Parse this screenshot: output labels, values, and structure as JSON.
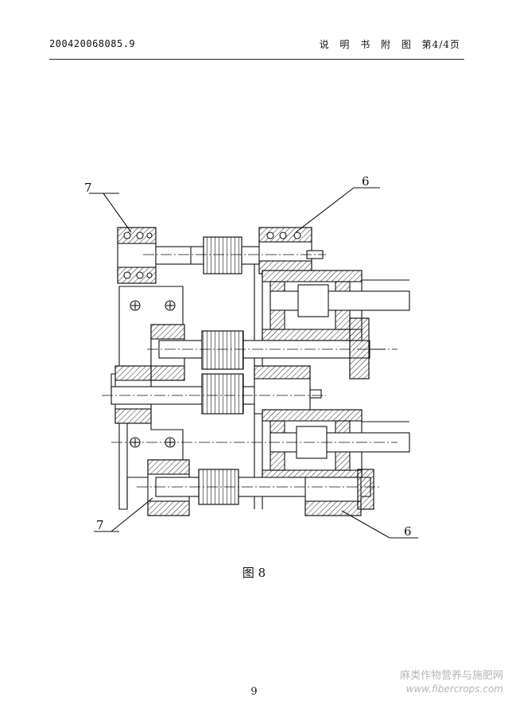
{
  "header": {
    "patent_no": "200420068085.9",
    "doc_title": "说 明 书 附 图 第4/4页"
  },
  "figure": {
    "caption": "图 8",
    "labels": {
      "top_left": "7",
      "top_right": "6",
      "bottom_left": "7",
      "bottom_right": "6"
    }
  },
  "page_number": "9",
  "watermark": {
    "line1": "麻类作物营养与施肥网",
    "line2": "www.fibercrops.com"
  }
}
